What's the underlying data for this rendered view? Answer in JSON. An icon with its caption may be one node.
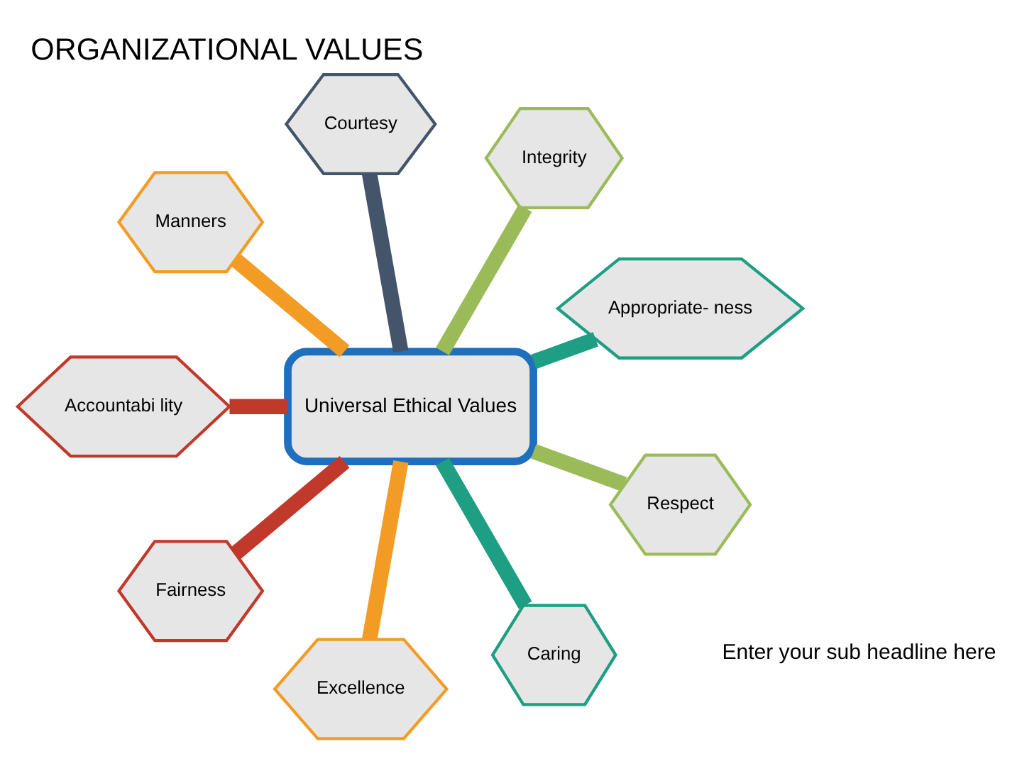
{
  "diagram": {
    "title": "ORGANIZATIONAL VALUES",
    "nodes": [
      {
        "text": [
          "Universal Ethical Values"
        ]
      },
      {
        "text": [
          "Appropriate- ness"
        ]
      },
      {
        "text": [
          "Integrity"
        ]
      },
      {
        "text": [
          "Courtesy"
        ]
      },
      {
        "text": [
          "Manners"
        ]
      },
      {
        "text": [
          "Accountabi lity"
        ]
      },
      {
        "text": [
          "Fairness"
        ]
      },
      {
        "text": [
          "Excellence"
        ]
      },
      {
        "text": [
          "Caring"
        ]
      },
      {
        "text": [
          "Respect"
        ]
      }
    ],
    "edges": [
      {
        "from": 0,
        "to": 1,
        "arrow": "none",
        "color": "#1e9e82"
      },
      {
        "from": 0,
        "to": 2,
        "arrow": "none",
        "color": "#9bbb59"
      },
      {
        "from": 0,
        "to": 3,
        "arrow": "none",
        "color": "#44546a"
      },
      {
        "from": 0,
        "to": 4,
        "arrow": "none",
        "color": "#f39c25"
      },
      {
        "from": 0,
        "to": 5,
        "arrow": "none",
        "color": "#c0392b"
      },
      {
        "from": 0,
        "to": 6,
        "arrow": "none",
        "color": "#c0392b"
      },
      {
        "from": 0,
        "to": 7,
        "arrow": "none",
        "color": "#f39c25"
      },
      {
        "from": 0,
        "to": 8,
        "arrow": "none",
        "color": "#1e9e82"
      },
      {
        "from": 0,
        "to": 9,
        "arrow": "none",
        "color": "#9bbb59"
      }
    ],
    "labels": [
      "Enter your sub headline here"
    ]
  }
}
